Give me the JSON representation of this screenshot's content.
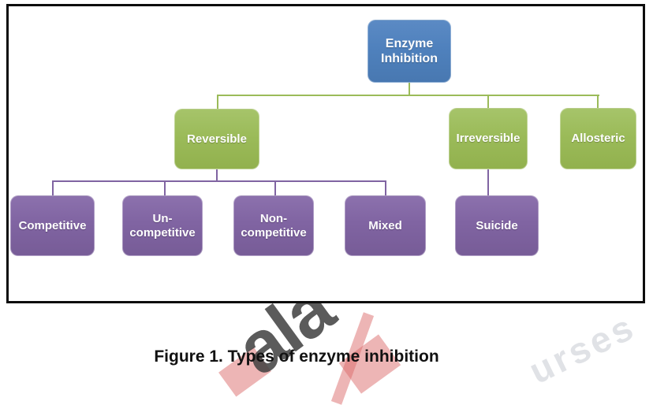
{
  "figure_caption": "Figure 1. Types of enzyme inhibition",
  "diagram": {
    "type": "hierarchy-tree",
    "nodes": {
      "enzyme_inhibition": "Enzyme Inhibition",
      "reversible": "Reversible",
      "irreversible": "Irreversible",
      "allosteric": "Allosteric",
      "competitive": "Competitive",
      "un_competitive": "Un-competitive",
      "non_competitive": "Non-competitive",
      "mixed": "Mixed",
      "suicide": "Suicide"
    },
    "edges": [
      [
        "Enzyme Inhibition",
        "Reversible"
      ],
      [
        "Enzyme Inhibition",
        "Irreversible"
      ],
      [
        "Enzyme Inhibition",
        "Allosteric"
      ],
      [
        "Reversible",
        "Competitive"
      ],
      [
        "Reversible",
        "Un-competitive"
      ],
      [
        "Reversible",
        "Non-competitive"
      ],
      [
        "Reversible",
        "Mixed"
      ],
      [
        "Irreversible",
        "Suicide"
      ]
    ],
    "colors": {
      "root_fill": "#4f81bd",
      "level2_fill": "#9bbb59",
      "level3_fill": "#8064a2",
      "connector_level2": "#9bbb59",
      "connector_level3": "#8064a2",
      "node_text": "#ffffff",
      "frame_border": "#0d0d0d"
    }
  },
  "watermark": {
    "left_text": "ala",
    "right_text": "urses"
  }
}
